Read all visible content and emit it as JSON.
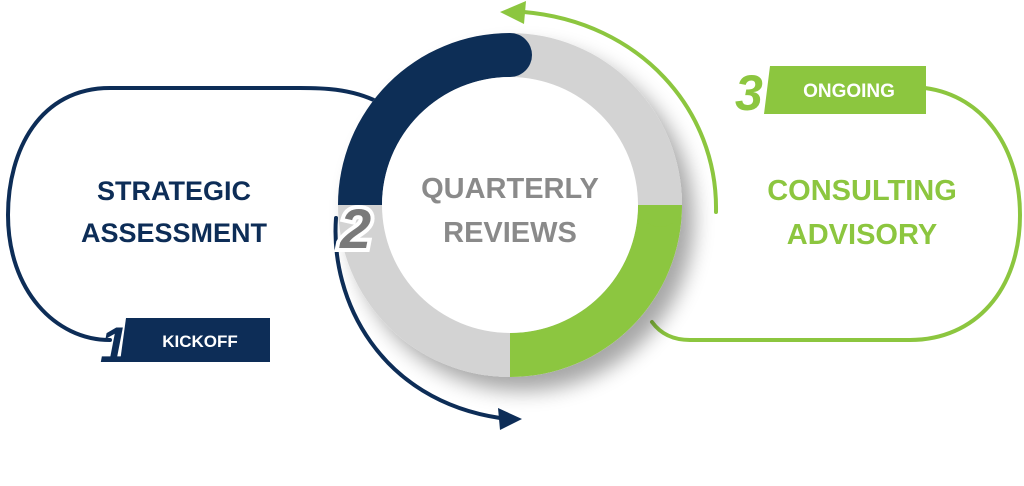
{
  "colors": {
    "navy": "#0d2d57",
    "green": "#8cc63f",
    "gray": "#cfcfcf",
    "text_gray": "#8a8a8a",
    "white": "#ffffff"
  },
  "steps": [
    {
      "number": "1",
      "tag": "KICKOFF",
      "title_lines": [
        "STRATEGIC",
        "ASSESSMENT"
      ],
      "color": "#0d2d57"
    },
    {
      "number": "2",
      "tag": "",
      "title_lines": [
        "QUARTERLY",
        "REVIEWS"
      ],
      "color": "#8a8a8a"
    },
    {
      "number": "3",
      "tag": "ONGOING",
      "title_lines": [
        "CONSULTING",
        "ADVISORY"
      ],
      "color": "#8cc63f"
    }
  ],
  "icons": {
    "arrow_1_to_2": "arrow-right-icon",
    "arrow_3_to_top": "arrow-left-icon"
  }
}
